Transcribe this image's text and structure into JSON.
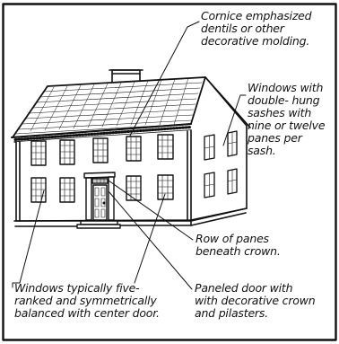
{
  "diagram": {
    "labels": {
      "cornice": "Cornice emphasized\ndentils or other\ndecorative molding.",
      "windows": "Windows with\ndouble- hung\nsashes with\nnine or twelve\npanes per\nsash.",
      "row_of_panes": "Row of panes\nbeneath crown.",
      "paneled_door": "Paneled door with\nwith decorative crown\nand pilasters.",
      "window_arrangement": "Windows typically five-\nranked and symmetrically\nbalanced with center door."
    },
    "colors": {
      "ink": "#111111",
      "background": "#ffffff"
    }
  }
}
